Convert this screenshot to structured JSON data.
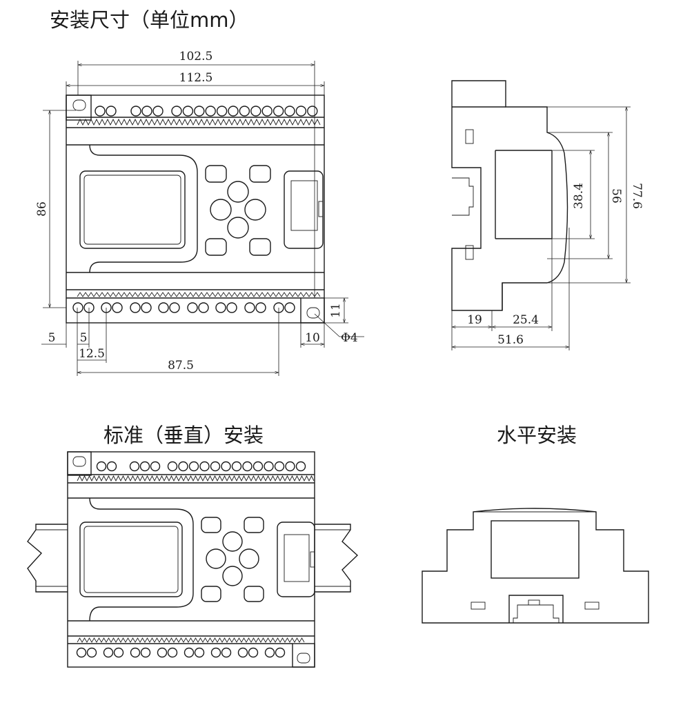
{
  "titles": {
    "main": "安装尺寸（单位mm）",
    "standard": "标准（垂直）安装",
    "horizontal": "水平安装"
  },
  "dimensions": {
    "top_width_inner": "102.5",
    "top_width_outer": "112.5",
    "left_height": "86",
    "hole_offset_a": "5",
    "hole_offset_b": "5",
    "pitch_first": "12.5",
    "pitch_span": "87.5",
    "hole_tab_height": "11",
    "hole_tab_width": "10",
    "hole_dia": "Φ4",
    "side_width_a": "19",
    "side_width_b": "25.4",
    "side_width_total": "51.6",
    "side_h_small": "38.4",
    "side_h_mid": "56",
    "side_h_total": "77.6"
  }
}
